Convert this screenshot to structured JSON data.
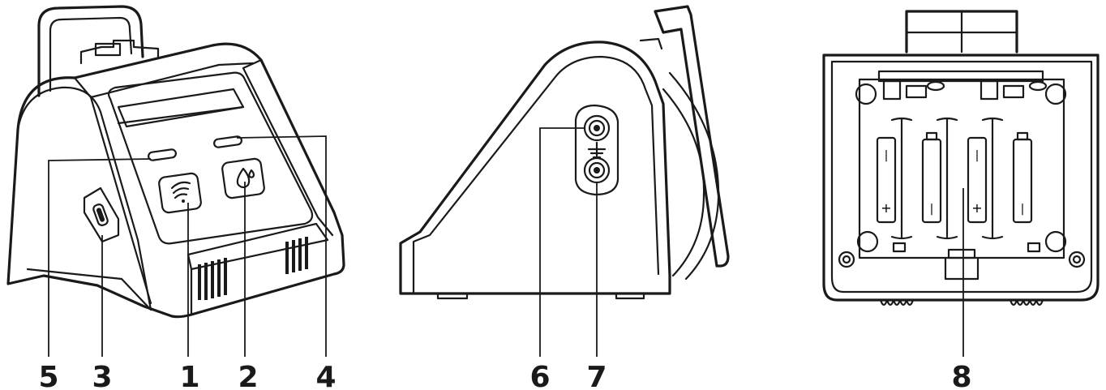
{
  "callouts": {
    "c1": "1",
    "c2": "2",
    "c3": "3",
    "c4": "4",
    "c5": "5",
    "c6": "6",
    "c7": "7",
    "c8": "8"
  },
  "colors": {
    "line": "#1a1a1a",
    "background": "#ffffff"
  },
  "icons": {
    "wifi_button": "wifi-icon",
    "drop_button": "drop-icon"
  }
}
